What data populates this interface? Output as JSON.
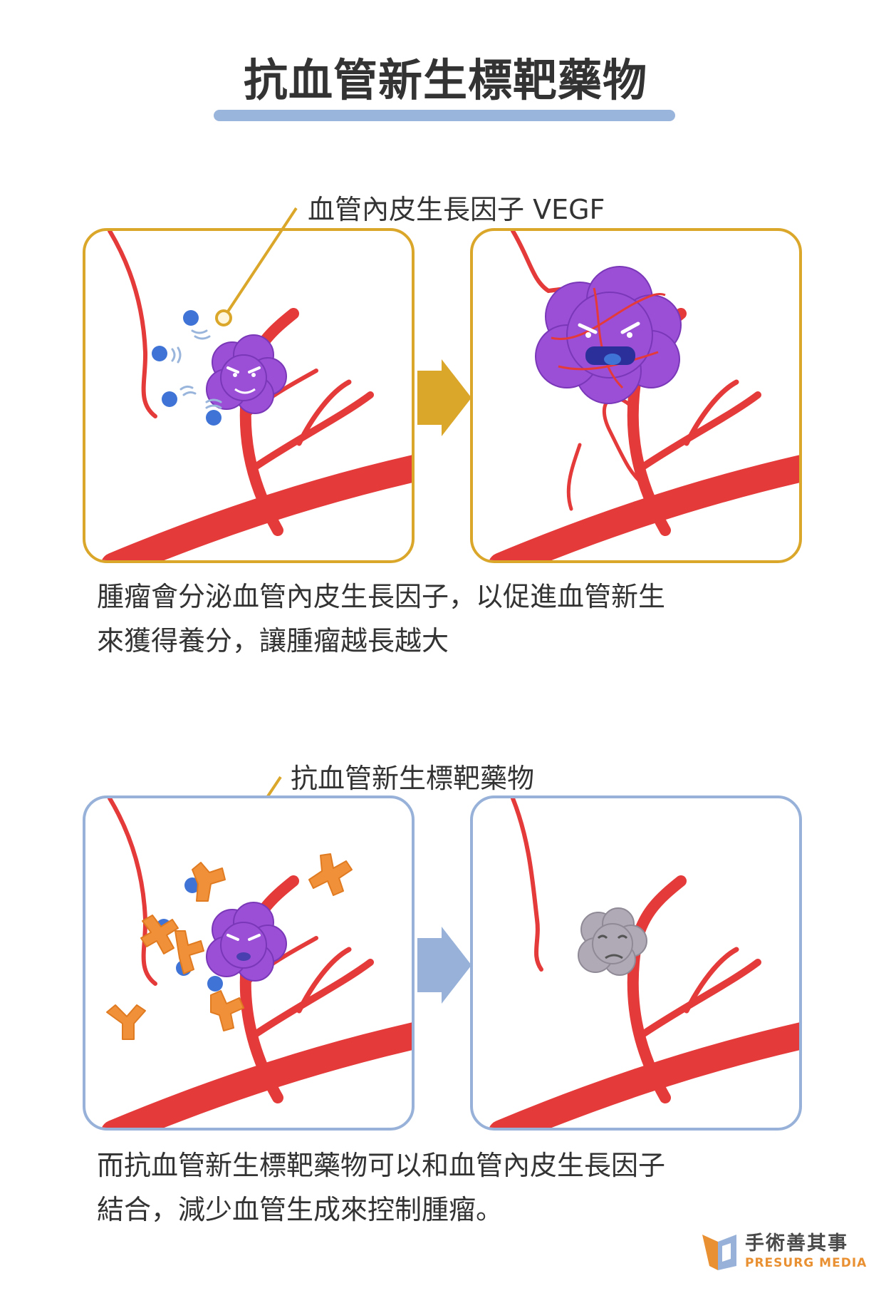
{
  "title": "抗血管新生標靶藥物",
  "section1": {
    "callout": "血管內皮生長因子 VEGF",
    "caption_line1": "腫瘤會分泌血管內皮生長因子，以促進血管新生",
    "caption_line2": "來獲得養分，讓腫瘤越長越大"
  },
  "section2": {
    "callout": "抗血管新生標靶藥物",
    "caption_line1": "而抗血管新生標靶藥物可以和血管內皮生長因子",
    "caption_line2": "結合，減少血管生成來控制腫瘤。"
  },
  "logo": {
    "name": "手術善其事",
    "subtitle": "PRESURG MEDIA"
  },
  "colors": {
    "title_underline": "#9ab5dc",
    "gold": "#dba72b",
    "blue": "#97b1d9",
    "vessel": "#e43a3a",
    "tumor": "#9a4fd6",
    "vegf": "#3f74d6",
    "drug": "#f0913a",
    "shrunk_tumor": "#b0aab6"
  },
  "icons": [
    "gold-arrow-icon",
    "blue-arrow-icon",
    "presurg-logo-icon"
  ]
}
